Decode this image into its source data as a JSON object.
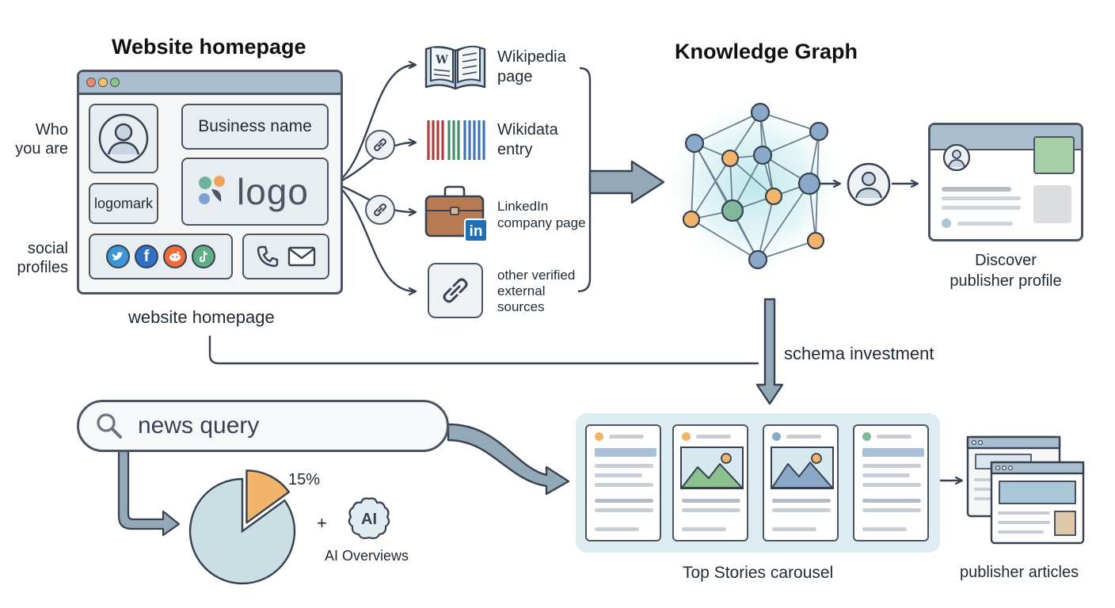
{
  "titles": {
    "website_homepage": "Website homepage",
    "knowledge_graph": "Knowledge Graph"
  },
  "website": {
    "business_name": "Business name",
    "logomark": "logomark",
    "logo": "logo",
    "caption": "website homepage",
    "side_who": "Who\nyou are",
    "side_social": "social\nprofiles",
    "social_icons": [
      "twitter-icon",
      "facebook-icon",
      "reddit-icon",
      "tiktok-icon"
    ],
    "contact_icons": [
      "phone-icon",
      "mail-icon"
    ]
  },
  "sources": [
    {
      "label": "Wikipedia\npage",
      "icon": "book-icon"
    },
    {
      "label": "Wikidata\nentry",
      "icon": "barcode-icon"
    },
    {
      "label": "LinkedIn\ncompany page",
      "icon": "briefcase-icon",
      "badge": "in"
    },
    {
      "label": "other verified\nexternal\nsources",
      "icon": "link-icon"
    }
  ],
  "publisher_profile": {
    "caption": "Discover\npublisher profile"
  },
  "schema_label": "schema investment",
  "search": {
    "query": "news query"
  },
  "pie": {
    "highlight_percent": 15,
    "label": "15%"
  },
  "ai": {
    "plus": "+",
    "badge": "AI",
    "label": "AI Overviews"
  },
  "top_stories": {
    "caption": "Top Stories carousel"
  },
  "publisher_articles": {
    "caption": "publisher articles"
  },
  "colors": {
    "stroke": "#4b5563",
    "blue_node": "#8aa9c8",
    "orange_node": "#f2b46b",
    "green_node": "#7fb89a",
    "pie_main": "#c9dfe3",
    "pie_slice": "#f2b46b",
    "glow": "#cfeef0"
  }
}
